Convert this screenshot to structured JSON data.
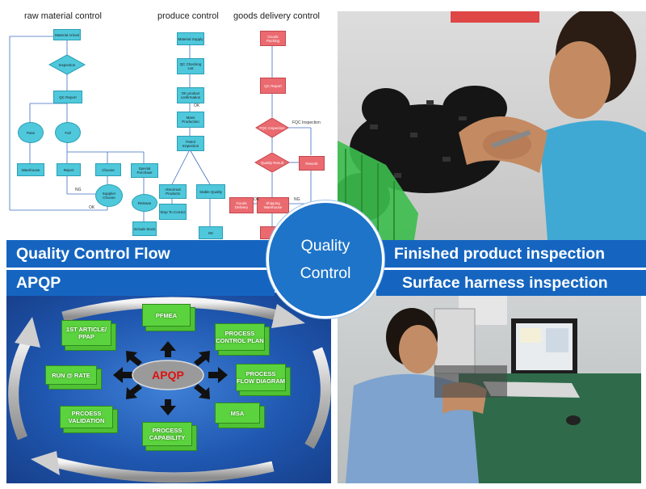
{
  "flowchart": {
    "headers": [
      "raw material control",
      "produce control",
      "goods delivery control"
    ],
    "raw": {
      "material_arrival": "Material Arrival",
      "inspection": "Inspection",
      "qc_report": "QC Report",
      "pass": "Pass",
      "fail": "Fail",
      "warehouse": "Warehouse",
      "reject": "Reject",
      "choose": "Choose",
      "special_purchase": "Special Purchase",
      "supplier_choose": "Supplier Choose",
      "release": "Release",
      "include_stock": "Include Stock",
      "ng": "NG",
      "ok": "OK"
    },
    "produce": {
      "material_supply": "Material Supply",
      "qc_checking_list": "QC Checking List",
      "ok_confirmation": "OK product confirmation",
      "mass_production": "Mass Production",
      "patrol_inspection": "Patrol Inspection",
      "abnormal_products": "Abnormal Products",
      "stable_quality": "Stable Quality",
      "stop_to_correct": "Stop To Correct",
      "ok": "OK"
    },
    "delivery": {
      "goods_packing": "Goods Packing",
      "qc_report": "QC Report",
      "fqc_inspection": "FQC Inspection",
      "quality_result": "Quality Result",
      "rework": "Rework",
      "shipping_warehouse": "Shipping Warehouse",
      "goods_delivery": "Goods Delivery",
      "fqc_inspection_lbl": "FQC Inspection",
      "ok": "OK",
      "ng": "NG"
    }
  },
  "banners": {
    "left_top": "Quality Control Flow",
    "right_top": "Finished product inspection",
    "left_bottom": "APQP",
    "right_bottom": "Surface harness inspection"
  },
  "center": {
    "line1": "Quality",
    "line2": "Control"
  },
  "apqp": {
    "center": "APQP",
    "items": {
      "pfmea": "PFMEA",
      "first_article": "1ST ARTICLE/ PPAP",
      "process_control_plan": "PROCESS CONTROL PLAN",
      "run_at_rate": "RUN @ RATE",
      "process_flow_diagram": "PROCESS FLOW DIAGRAM",
      "process_validation": "PRCOESS VALIDATION",
      "msa": "MSA",
      "process_capability": "PROCESS CAPABILITY"
    }
  },
  "colors": {
    "banner": "#1565c0",
    "circle": "#1e74c8",
    "apqp_green": "#5bd33e",
    "flow_cyan": "#4fc8dc",
    "flow_red": "#ea6a6f"
  }
}
